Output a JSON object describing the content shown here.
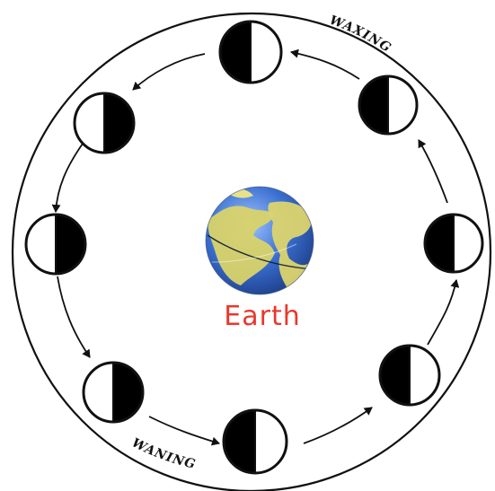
{
  "labels": {
    "earth": "Earth",
    "waxing": "WAXING",
    "waning": "WANING"
  },
  "moon_phases": [
    {
      "id": "top",
      "lit_side": "right",
      "terminator": "straight"
    },
    {
      "id": "upper-right",
      "lit_side": "right",
      "terminator": "straight"
    },
    {
      "id": "right",
      "lit_side": "right",
      "terminator": "straight"
    },
    {
      "id": "lower-right",
      "lit_side": "right",
      "terminator": "straight"
    },
    {
      "id": "bottom",
      "lit_side": "right",
      "terminator": "straight"
    },
    {
      "id": "lower-left",
      "lit_side": "left",
      "terminator": "straight"
    },
    {
      "id": "left",
      "lit_side": "left",
      "terminator": "straight"
    },
    {
      "id": "upper-left",
      "lit_side": "left",
      "terminator": "straight"
    }
  ],
  "colors": {
    "line": "#111111",
    "moon_dark": "#000000",
    "moon_light": "#ffffff",
    "earth_label": "#e8382c",
    "ocean": "#3a6fd0",
    "land": "#d9d36a"
  },
  "icons": {
    "earth": "earth-globe-icon",
    "moon": "moon-phase-icon",
    "arrow": "arrowhead-icon"
  }
}
